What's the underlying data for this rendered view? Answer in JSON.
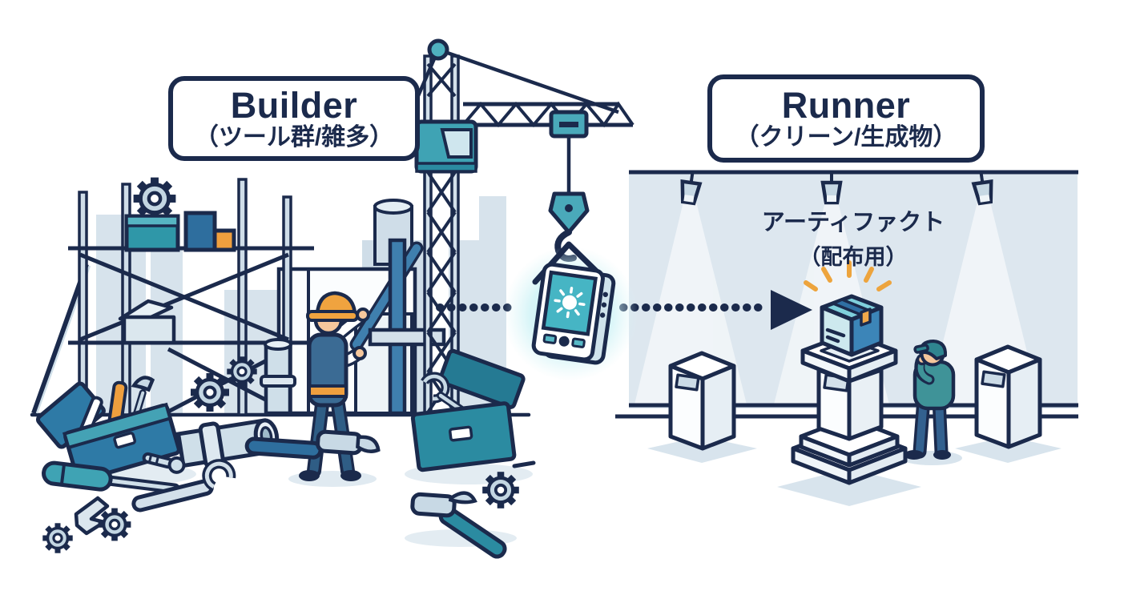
{
  "diagram": {
    "builder": {
      "title": "Builder",
      "subtitle": "（ツール群/雑多）"
    },
    "runner": {
      "title": "Runner",
      "subtitle": "（クリーン/生成物）"
    },
    "artifact": {
      "line1": "アーティファクト",
      "line2": "（配布用）"
    }
  },
  "colors": {
    "outline": "#1b2a4c",
    "teal": "#3fa3b4",
    "teal_dark": "#2b8ba1",
    "blue": "#2e6e9e",
    "steel": "#cfdfe9",
    "wall": "#dde7ef",
    "orange": "#f0a33f",
    "skin": "#f6c79c",
    "glow": "#c2eef3",
    "sweater": "#3f9398",
    "white": "#ffffff"
  }
}
